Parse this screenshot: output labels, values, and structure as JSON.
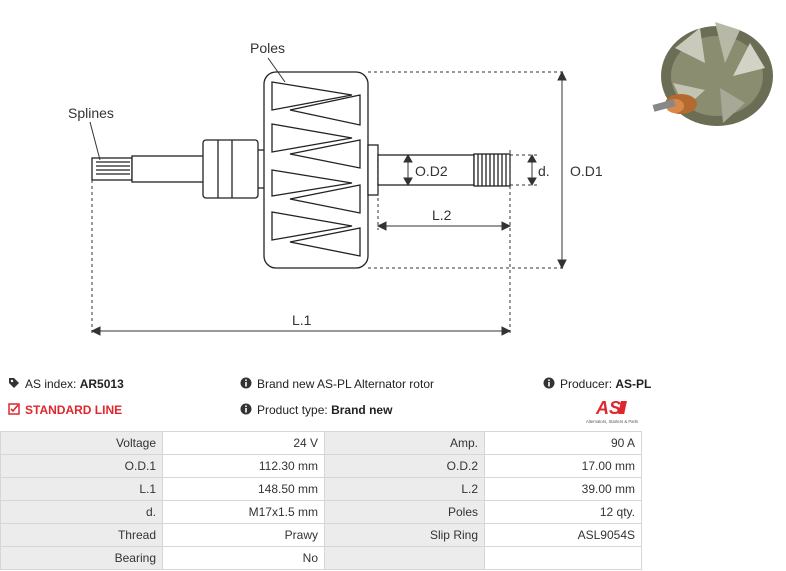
{
  "drawing": {
    "labels": {
      "splines": "Splines",
      "poles": "Poles",
      "od2": "O.D2",
      "d": "d.",
      "od1": "O.D1",
      "l2": "L.2",
      "l1": "L.1"
    }
  },
  "info": {
    "as_index_label": "AS index:",
    "as_index_value": "AR5013",
    "standard_line": "STANDARD LINE",
    "description": "Brand new AS-PL Alternator rotor",
    "product_type_label": "Product type:",
    "product_type_value": "Brand new",
    "producer_label": "Producer:",
    "producer_value": "AS-PL",
    "logo_text": "AS",
    "logo_tagline": "Alternators, Starters & Parts"
  },
  "colors": {
    "accent_red": "#e0262d",
    "table_key_bg": "#ececec",
    "table_border": "#d6d6d6"
  },
  "specs": [
    [
      "Voltage",
      "24 V",
      "Amp.",
      "90 A"
    ],
    [
      "O.D.1",
      "112.30 mm",
      "O.D.2",
      "17.00 mm"
    ],
    [
      "L.1",
      "148.50 mm",
      "L.2",
      "39.00 mm"
    ],
    [
      "d.",
      "M17x1.5 mm",
      "Poles",
      "12 qty."
    ],
    [
      "Thread",
      "Prawy",
      "Slip Ring",
      "ASL9054S"
    ],
    [
      "Bearing",
      "No",
      "",
      ""
    ]
  ]
}
